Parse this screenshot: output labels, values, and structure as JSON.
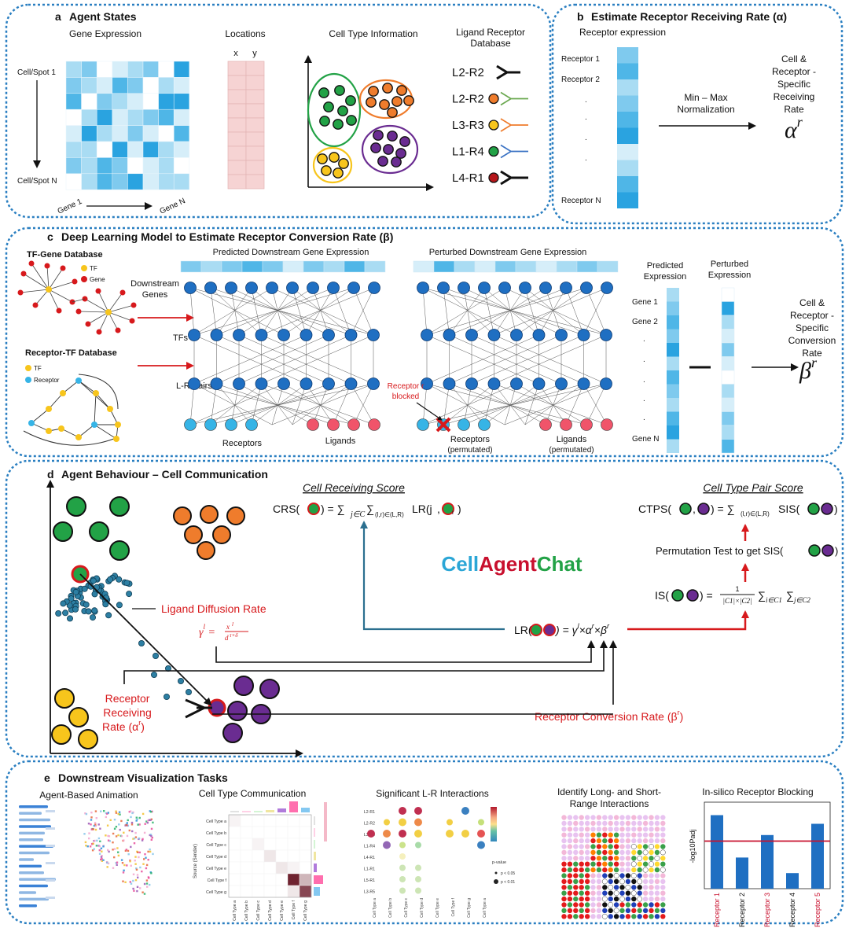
{
  "panels": {
    "a": {
      "letter": "a",
      "title": "Agent States",
      "gene_expression": "Gene Expression",
      "locations": "Locations",
      "loc_x": "x",
      "loc_y": "y",
      "cell_type_info": "Cell Type Information",
      "lr_db_line1": "Ligand Receptor",
      "lr_db_line2": "Database",
      "cell_spot_1": "Cell/Spot 1",
      "cell_spot_n": "Cell/Spot N",
      "gene_1": "Gene 1",
      "gene_n": "Gene N",
      "lr_pairs": [
        "L2-R2",
        "L2-R2",
        "L3-R3",
        "L1-R4",
        "L4-R1"
      ]
    },
    "b": {
      "letter": "b",
      "title": "Estimate Receptor Receiving Rate (α)",
      "receptor_expression": "Receptor expression",
      "receptor_1": "Receptor 1",
      "receptor_2": "Receptor 2",
      "receptor_n": "Receptor N",
      "norm_line1": "Min – Max",
      "norm_line2": "Normalization",
      "result_lines": [
        "Cell &",
        "Receptor -",
        "Specific",
        "Receiving",
        "Rate"
      ],
      "symbol_base": "α",
      "symbol_sup": "r"
    },
    "c": {
      "letter": "c",
      "title": "Deep Learning Model to Estimate Receptor Conversion Rate (β)",
      "tf_gene_db": "TF-Gene Database",
      "tf": "TF",
      "gene": "Gene",
      "receptor_tf_db": "Receptor-TF Database",
      "receptor": "Receptor",
      "predicted_downstream": "Predicted Downstream Gene Expression",
      "perturbed_downstream": "Perturbed Downstream Gene Expression",
      "downstream_genes_1": "Downstream",
      "downstream_genes_2": "Genes",
      "tfs": "TFs",
      "lr_pairs": "L-R Pairs",
      "receptors": "Receptors",
      "ligands": "Ligands",
      "receptor_blocked_1": "Receptor r",
      "receptor_blocked_2": "blocked",
      "receptors_perm": "Receptors",
      "ligands_perm": "Ligands",
      "permutated": "(permutated)",
      "predicted_expression_1": "Predicted",
      "predicted_expression_2": "Expression",
      "perturbed_expression_1": "Perturbed",
      "perturbed_expression_2": "Expression",
      "gene_1": "Gene 1",
      "gene_2": "Gene 2",
      "gene_n": "Gene N",
      "result_lines": [
        "Cell &",
        "Receptor -",
        "Specific",
        "Conversion",
        "Rate"
      ],
      "symbol_base": "β",
      "symbol_sup": "r"
    },
    "d": {
      "letter": "d",
      "title": "Agent Behaviour – Cell Communication",
      "crs_title": "Cell Receiving Score",
      "crs_lhs": "CRS(",
      "crs_rhs": ") = ∑",
      "crs_sub1": "j∈C",
      "crs_sum2": "∑",
      "crs_sub2": "(l,r)∈(L,R)",
      "crs_lr": "LR(j",
      "crs_tail": ",",
      "ctps_title": "Cell Type Pair Score",
      "ctps_lhs": "CTPS(",
      "ctps_mid": ") = ∑",
      "ctps_sub": "(l,r)∈(L,R)",
      "ctps_sis": "SIS(",
      "perm_test": "Permutation Test to get SIS(",
      "is_lhs": "IS(",
      "is_eq": ") =",
      "is_num": "1",
      "is_den": "|C1|×|C2|",
      "is_sum": "∑",
      "is_sub1": "i∈C1",
      "is_sub2": "j∈C2",
      "brand_cell": "Cell",
      "brand_agent": "Agent",
      "brand_chat": "Chat",
      "ligand_diffusion": "Ligand Diffusion Rate",
      "gamma_formula": "γ",
      "lr_formula_lhs": "LR(",
      "lr_formula_rhs": ") = γ",
      "receptor_receiving_1": "Receptor",
      "receptor_receiving_2": "Receiving",
      "receptor_receiving_3": "Rate (α",
      "receptor_conversion": "Receptor Conversion Rate (β",
      "sub_l": "l",
      "sub_r": "r"
    },
    "e": {
      "letter": "e",
      "title": "Downstream Visualization Tasks",
      "t1": "Agent-Based Animation",
      "t2": "Cell Type Communication",
      "t3": "Significant L-R Interactions",
      "t4_1": "Identify Long- and Short-",
      "t4_2": "Range Interactions",
      "t5": "In-silico Receptor Blocking",
      "source_sender": "Source (Sender)",
      "cell_types": [
        "Cell Type a",
        "Cell Type b",
        "Cell Type c",
        "Cell Type d",
        "Cell Type e",
        "Cell Type f",
        "Cell Type g"
      ],
      "lr_rows": [
        "L2-R1",
        "L2-R2",
        "L3-R3",
        "L1-R4",
        "L4-R1",
        "L1-R1",
        "L5-R1",
        "L3-R5"
      ],
      "pvalue": "p-value",
      "p1": "p < 0.05",
      "p2": "p < 0.01",
      "ylabel": "-log10Padj",
      "bar_labels": [
        "Receptor 1",
        "Receptor 2",
        "Receptor 3",
        "Receptor 4",
        "Receptor 5"
      ],
      "bar_values": [
        0.85,
        0.36,
        0.62,
        0.18,
        0.75
      ],
      "threshold": 0.55,
      "bar_label_colors": [
        "#c8102e",
        "#111111",
        "#c8102e",
        "#111111",
        "#c8102e"
      ]
    }
  },
  "colors": {
    "panel_border": "#2a7fc1",
    "red": "#d7191c",
    "dark_red": "#c8102e",
    "node_blue": "#1f6fc2",
    "light_blue": "#36b4e6",
    "green": "#22a246",
    "orange": "#ef7c2c",
    "purple": "#6a2c91",
    "yellow": "#f7c51c",
    "teal_dot": "#2d7fa3",
    "brand_blue": "#2ba6d6",
    "brand_red": "#c8102e",
    "brand_green": "#22a246"
  }
}
